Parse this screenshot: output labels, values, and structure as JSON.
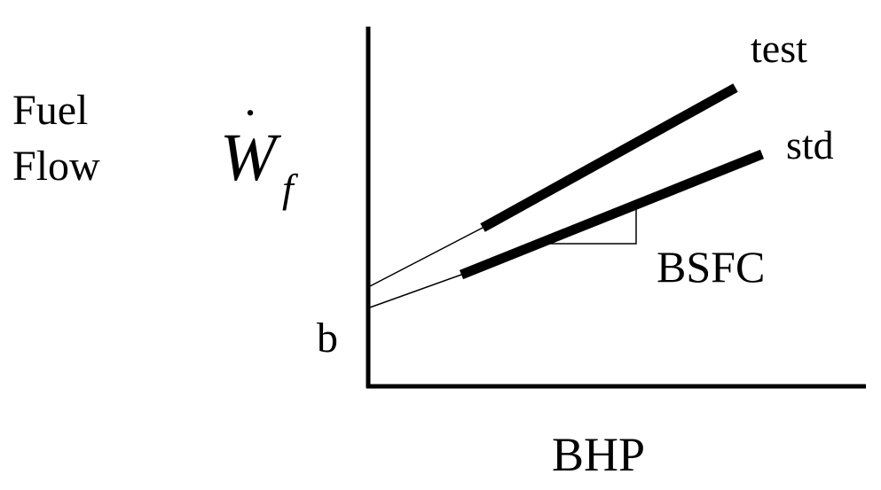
{
  "y_axis_label": {
    "line1": "Fuel",
    "line2": "Flow"
  },
  "y_symbol": {
    "main": "W",
    "dot": "˙",
    "subscript": "f"
  },
  "x_axis_label": "BHP",
  "intercept_label": "b",
  "slope_label": "BSFC",
  "lines": {
    "test_label": "test",
    "std_label": "std"
  }
}
